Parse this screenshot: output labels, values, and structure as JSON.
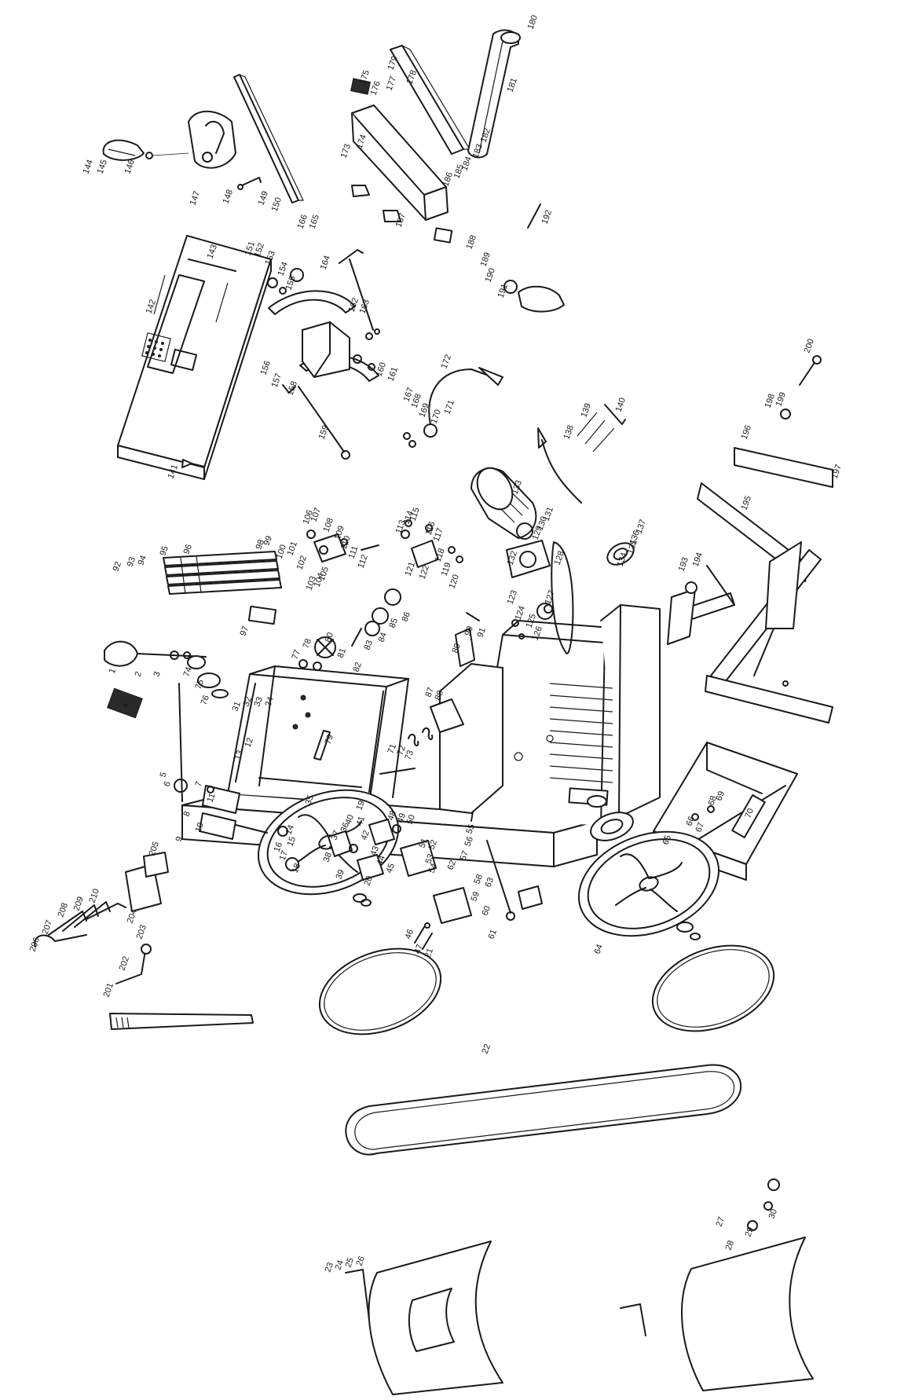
{
  "diagram": {
    "type": "exploded-parts-diagram",
    "background": "#ffffff",
    "ink": "#1a1a1a",
    "labels": [
      {
        "id": "l1",
        "text": "1"
      },
      {
        "id": "l2",
        "text": "2"
      },
      {
        "id": "l3",
        "text": "3"
      },
      {
        "id": "l4",
        "text": "4"
      },
      {
        "id": "l5",
        "text": "5"
      },
      {
        "id": "l6",
        "text": "6"
      },
      {
        "id": "l7",
        "text": "7"
      },
      {
        "id": "l8",
        "text": "8"
      },
      {
        "id": "l9",
        "text": "9"
      },
      {
        "id": "l10",
        "text": "10"
      },
      {
        "id": "l11",
        "text": "11"
      },
      {
        "id": "l12",
        "text": "12"
      },
      {
        "id": "l13",
        "text": "13"
      },
      {
        "id": "l14",
        "text": "14"
      },
      {
        "id": "l15",
        "text": "15"
      },
      {
        "id": "l16",
        "text": "16"
      },
      {
        "id": "l17",
        "text": "17"
      },
      {
        "id": "l18",
        "text": "18"
      },
      {
        "id": "l19",
        "text": "19"
      },
      {
        "id": "l20",
        "text": "20"
      },
      {
        "id": "l21",
        "text": "21"
      },
      {
        "id": "l22",
        "text": "22"
      },
      {
        "id": "l23",
        "text": "23"
      },
      {
        "id": "l24",
        "text": "24"
      },
      {
        "id": "l25",
        "text": "25"
      },
      {
        "id": "l26",
        "text": "26"
      },
      {
        "id": "l27",
        "text": "27"
      },
      {
        "id": "l28",
        "text": "28"
      },
      {
        "id": "l29",
        "text": "29"
      },
      {
        "id": "l30",
        "text": "30"
      },
      {
        "id": "l31",
        "text": "31"
      },
      {
        "id": "l32",
        "text": "32"
      },
      {
        "id": "l33",
        "text": "33"
      },
      {
        "id": "l34",
        "text": "34"
      },
      {
        "id": "l35",
        "text": "35"
      },
      {
        "id": "l36",
        "text": "36"
      },
      {
        "id": "l37",
        "text": "37"
      },
      {
        "id": "l38",
        "text": "38"
      },
      {
        "id": "l39",
        "text": "39"
      },
      {
        "id": "l40",
        "text": "40"
      },
      {
        "id": "l41",
        "text": "41"
      },
      {
        "id": "l42",
        "text": "42"
      },
      {
        "id": "l43",
        "text": "43"
      },
      {
        "id": "l44",
        "text": "44"
      },
      {
        "id": "l45",
        "text": "45"
      },
      {
        "id": "l46",
        "text": "46"
      },
      {
        "id": "l47",
        "text": "47"
      },
      {
        "id": "l48",
        "text": "48"
      },
      {
        "id": "l49",
        "text": "49"
      },
      {
        "id": "l50",
        "text": "50"
      },
      {
        "id": "l51",
        "text": "51"
      },
      {
        "id": "l52",
        "text": "52"
      },
      {
        "id": "l53",
        "text": "53"
      },
      {
        "id": "l54",
        "text": "54"
      },
      {
        "id": "l55",
        "text": "55"
      },
      {
        "id": "l56",
        "text": "56"
      },
      {
        "id": "l57",
        "text": "57"
      },
      {
        "id": "l58",
        "text": "58"
      },
      {
        "id": "l59",
        "text": "59"
      },
      {
        "id": "l60",
        "text": "60"
      },
      {
        "id": "l61",
        "text": "61"
      },
      {
        "id": "l62",
        "text": "62"
      },
      {
        "id": "l63",
        "text": "63"
      },
      {
        "id": "l64",
        "text": "64"
      },
      {
        "id": "l65",
        "text": "65"
      },
      {
        "id": "l66",
        "text": "66"
      },
      {
        "id": "l67",
        "text": "67"
      },
      {
        "id": "l68",
        "text": "68"
      },
      {
        "id": "l69",
        "text": "69"
      },
      {
        "id": "l70",
        "text": "70"
      },
      {
        "id": "l71",
        "text": "71"
      },
      {
        "id": "l72",
        "text": "72"
      },
      {
        "id": "l73",
        "text": "73"
      },
      {
        "id": "l74",
        "text": "74"
      },
      {
        "id": "l75",
        "text": "75"
      },
      {
        "id": "l76",
        "text": "76"
      },
      {
        "id": "l77",
        "text": "77"
      },
      {
        "id": "l78",
        "text": "78"
      },
      {
        "id": "l79",
        "text": "79"
      },
      {
        "id": "l80",
        "text": "80"
      },
      {
        "id": "l81",
        "text": "81"
      },
      {
        "id": "l82",
        "text": "82"
      },
      {
        "id": "l83",
        "text": "83"
      },
      {
        "id": "l84",
        "text": "84"
      },
      {
        "id": "l85",
        "text": "85"
      },
      {
        "id": "l86",
        "text": "86"
      },
      {
        "id": "l87",
        "text": "87"
      },
      {
        "id": "l88",
        "text": "88"
      },
      {
        "id": "l89",
        "text": "89"
      },
      {
        "id": "l90",
        "text": "90"
      },
      {
        "id": "l91",
        "text": "91"
      },
      {
        "id": "l92",
        "text": "92"
      },
      {
        "id": "l93",
        "text": "93"
      },
      {
        "id": "l94",
        "text": "94"
      },
      {
        "id": "l95",
        "text": "95"
      },
      {
        "id": "l96",
        "text": "96"
      },
      {
        "id": "l97",
        "text": "97"
      },
      {
        "id": "l98",
        "text": "98"
      },
      {
        "id": "l99",
        "text": "99"
      },
      {
        "id": "l100",
        "text": "100"
      },
      {
        "id": "l101",
        "text": "101"
      },
      {
        "id": "l102",
        "text": "102"
      },
      {
        "id": "l103",
        "text": "103"
      },
      {
        "id": "l104",
        "text": "104"
      },
      {
        "id": "l105",
        "text": "105"
      },
      {
        "id": "l106",
        "text": "106"
      },
      {
        "id": "l107",
        "text": "107"
      },
      {
        "id": "l108",
        "text": "108"
      },
      {
        "id": "l109",
        "text": "109"
      },
      {
        "id": "l110",
        "text": "110"
      },
      {
        "id": "l111",
        "text": "111"
      },
      {
        "id": "l112",
        "text": "112"
      },
      {
        "id": "l113",
        "text": "113"
      },
      {
        "id": "l114",
        "text": "114"
      },
      {
        "id": "l115",
        "text": "115"
      },
      {
        "id": "l116",
        "text": "116"
      },
      {
        "id": "l117",
        "text": "117"
      },
      {
        "id": "l118",
        "text": "118"
      },
      {
        "id": "l119",
        "text": "119"
      },
      {
        "id": "l120",
        "text": "120"
      },
      {
        "id": "l121",
        "text": "121"
      },
      {
        "id": "l122",
        "text": "122"
      },
      {
        "id": "l123",
        "text": "123"
      },
      {
        "id": "l124",
        "text": "124"
      },
      {
        "id": "l125",
        "text": "125"
      },
      {
        "id": "l126",
        "text": "126"
      },
      {
        "id": "l127",
        "text": "127"
      },
      {
        "id": "l128",
        "text": "128"
      },
      {
        "id": "l129",
        "text": "129"
      },
      {
        "id": "l130",
        "text": "130"
      },
      {
        "id": "l131",
        "text": "131"
      },
      {
        "id": "l132",
        "text": "132"
      },
      {
        "id": "l133",
        "text": "133"
      },
      {
        "id": "l134",
        "text": "134"
      },
      {
        "id": "l135",
        "text": "135"
      },
      {
        "id": "l136",
        "text": "136"
      },
      {
        "id": "l137",
        "text": "137"
      },
      {
        "id": "l138",
        "text": "138"
      },
      {
        "id": "l139",
        "text": "139"
      },
      {
        "id": "l140",
        "text": "140"
      },
      {
        "id": "l141",
        "text": "141"
      },
      {
        "id": "l142",
        "text": "142"
      },
      {
        "id": "l143",
        "text": "143"
      },
      {
        "id": "l144",
        "text": "144"
      },
      {
        "id": "l145",
        "text": "145"
      },
      {
        "id": "l146",
        "text": "146"
      },
      {
        "id": "l147",
        "text": "147"
      },
      {
        "id": "l148",
        "text": "148"
      },
      {
        "id": "l149",
        "text": "149"
      },
      {
        "id": "l150",
        "text": "150"
      },
      {
        "id": "l151",
        "text": "151"
      },
      {
        "id": "l152",
        "text": "152"
      },
      {
        "id": "l153",
        "text": "153"
      },
      {
        "id": "l154",
        "text": "154"
      },
      {
        "id": "l155",
        "text": "155"
      },
      {
        "id": "l156",
        "text": "156"
      },
      {
        "id": "l157",
        "text": "157"
      },
      {
        "id": "l158",
        "text": "158"
      },
      {
        "id": "l159",
        "text": "159"
      },
      {
        "id": "l160",
        "text": "160"
      },
      {
        "id": "l161",
        "text": "161"
      },
      {
        "id": "l162",
        "text": "162"
      },
      {
        "id": "l163",
        "text": "163"
      },
      {
        "id": "l164",
        "text": "164"
      },
      {
        "id": "l165",
        "text": "165"
      },
      {
        "id": "l166",
        "text": "166"
      },
      {
        "id": "l167",
        "text": "167"
      },
      {
        "id": "l168",
        "text": "168"
      },
      {
        "id": "l169",
        "text": "169"
      },
      {
        "id": "l170",
        "text": "170"
      },
      {
        "id": "l171",
        "text": "171"
      },
      {
        "id": "l172",
        "text": "172"
      },
      {
        "id": "l173",
        "text": "173"
      },
      {
        "id": "l174",
        "text": "174"
      },
      {
        "id": "l175",
        "text": "175"
      },
      {
        "id": "l176",
        "text": "176"
      },
      {
        "id": "l177",
        "text": "177"
      },
      {
        "id": "l178",
        "text": "178"
      },
      {
        "id": "l179",
        "text": "179"
      },
      {
        "id": "l180",
        "text": "180"
      },
      {
        "id": "l181",
        "text": "181"
      },
      {
        "id": "l182",
        "text": "182"
      },
      {
        "id": "l183",
        "text": "183"
      },
      {
        "id": "l184",
        "text": "184"
      },
      {
        "id": "l185",
        "text": "185"
      },
      {
        "id": "l186",
        "text": "186"
      },
      {
        "id": "l187",
        "text": "187"
      },
      {
        "id": "l188",
        "text": "188"
      },
      {
        "id": "l189",
        "text": "189"
      },
      {
        "id": "l190",
        "text": "190"
      },
      {
        "id": "l191",
        "text": "191"
      },
      {
        "id": "l192",
        "text": "192"
      },
      {
        "id": "l193",
        "text": "193"
      },
      {
        "id": "l194",
        "text": "194"
      },
      {
        "id": "l195",
        "text": "195"
      },
      {
        "id": "l196",
        "text": "196"
      },
      {
        "id": "l197",
        "text": "197"
      },
      {
        "id": "l198",
        "text": "198"
      },
      {
        "id": "l199",
        "text": "199"
      },
      {
        "id": "l200",
        "text": "200"
      },
      {
        "id": "l201",
        "text": "201"
      },
      {
        "id": "l202",
        "text": "202"
      },
      {
        "id": "l203",
        "text": "203"
      },
      {
        "id": "l204",
        "text": "204"
      },
      {
        "id": "l205",
        "text": "205"
      },
      {
        "id": "l206",
        "text": "206"
      },
      {
        "id": "l207",
        "text": "207"
      },
      {
        "id": "l208",
        "text": "208"
      },
      {
        "id": "l209",
        "text": "209"
      },
      {
        "id": "l210",
        "text": "210"
      }
    ]
  }
}
